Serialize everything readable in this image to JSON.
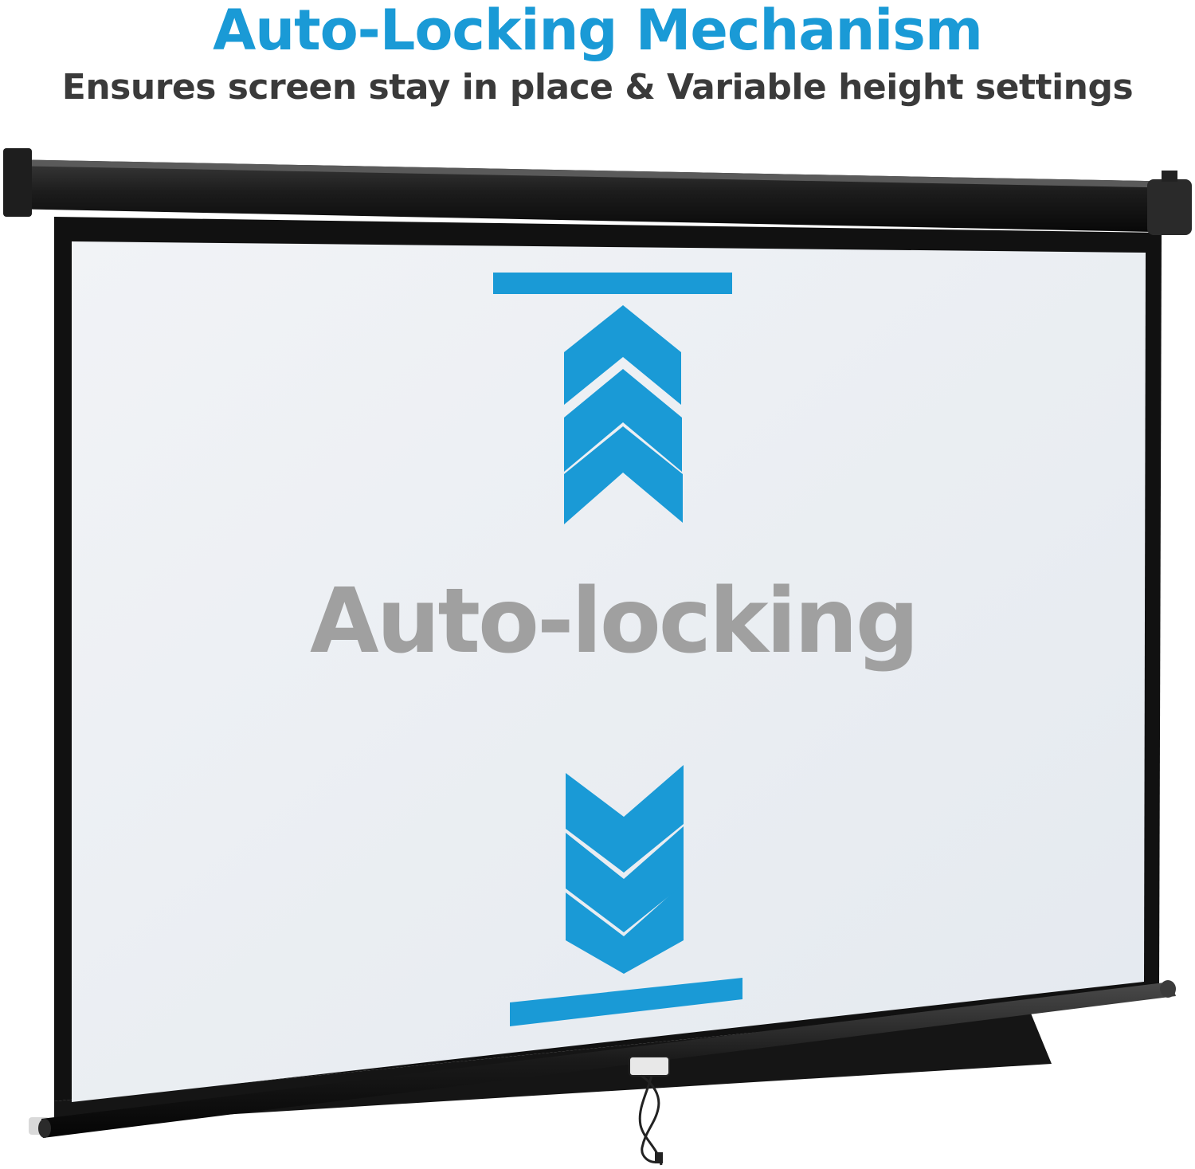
{
  "header": {
    "title": "Auto-Locking Mechanism",
    "subtitle": "Ensures screen stay in place & Variable height settings"
  },
  "screen": {
    "label": "Auto-locking"
  },
  "colors": {
    "accent": "#1a9ad6",
    "subtitle_text": "#3a3a3a",
    "screen_label_text": "#a0a0a0",
    "screen_surface": "#e9edf2",
    "frame": "#111111"
  },
  "icons": {
    "upper": "chevrons-up-with-top-limit-icon",
    "lower": "chevrons-down-with-bottom-limit-icon",
    "pull": "pull-cord-handle-icon"
  }
}
